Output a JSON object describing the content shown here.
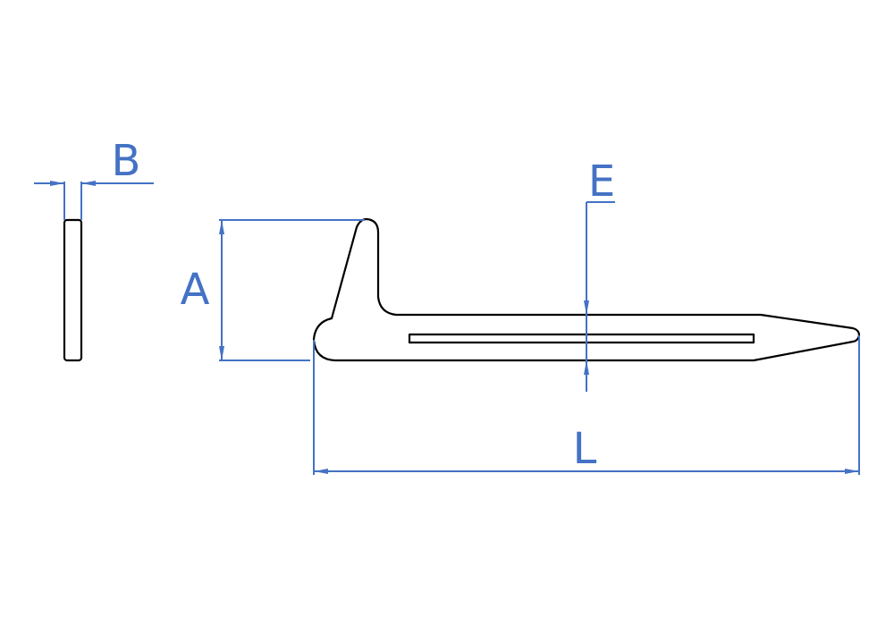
{
  "dimensions": {
    "thickness_label": "B",
    "height_label": "A",
    "width_label": "E",
    "length_label": "L"
  },
  "colors": {
    "dimension": "#4472c4",
    "outline": "#000000"
  }
}
